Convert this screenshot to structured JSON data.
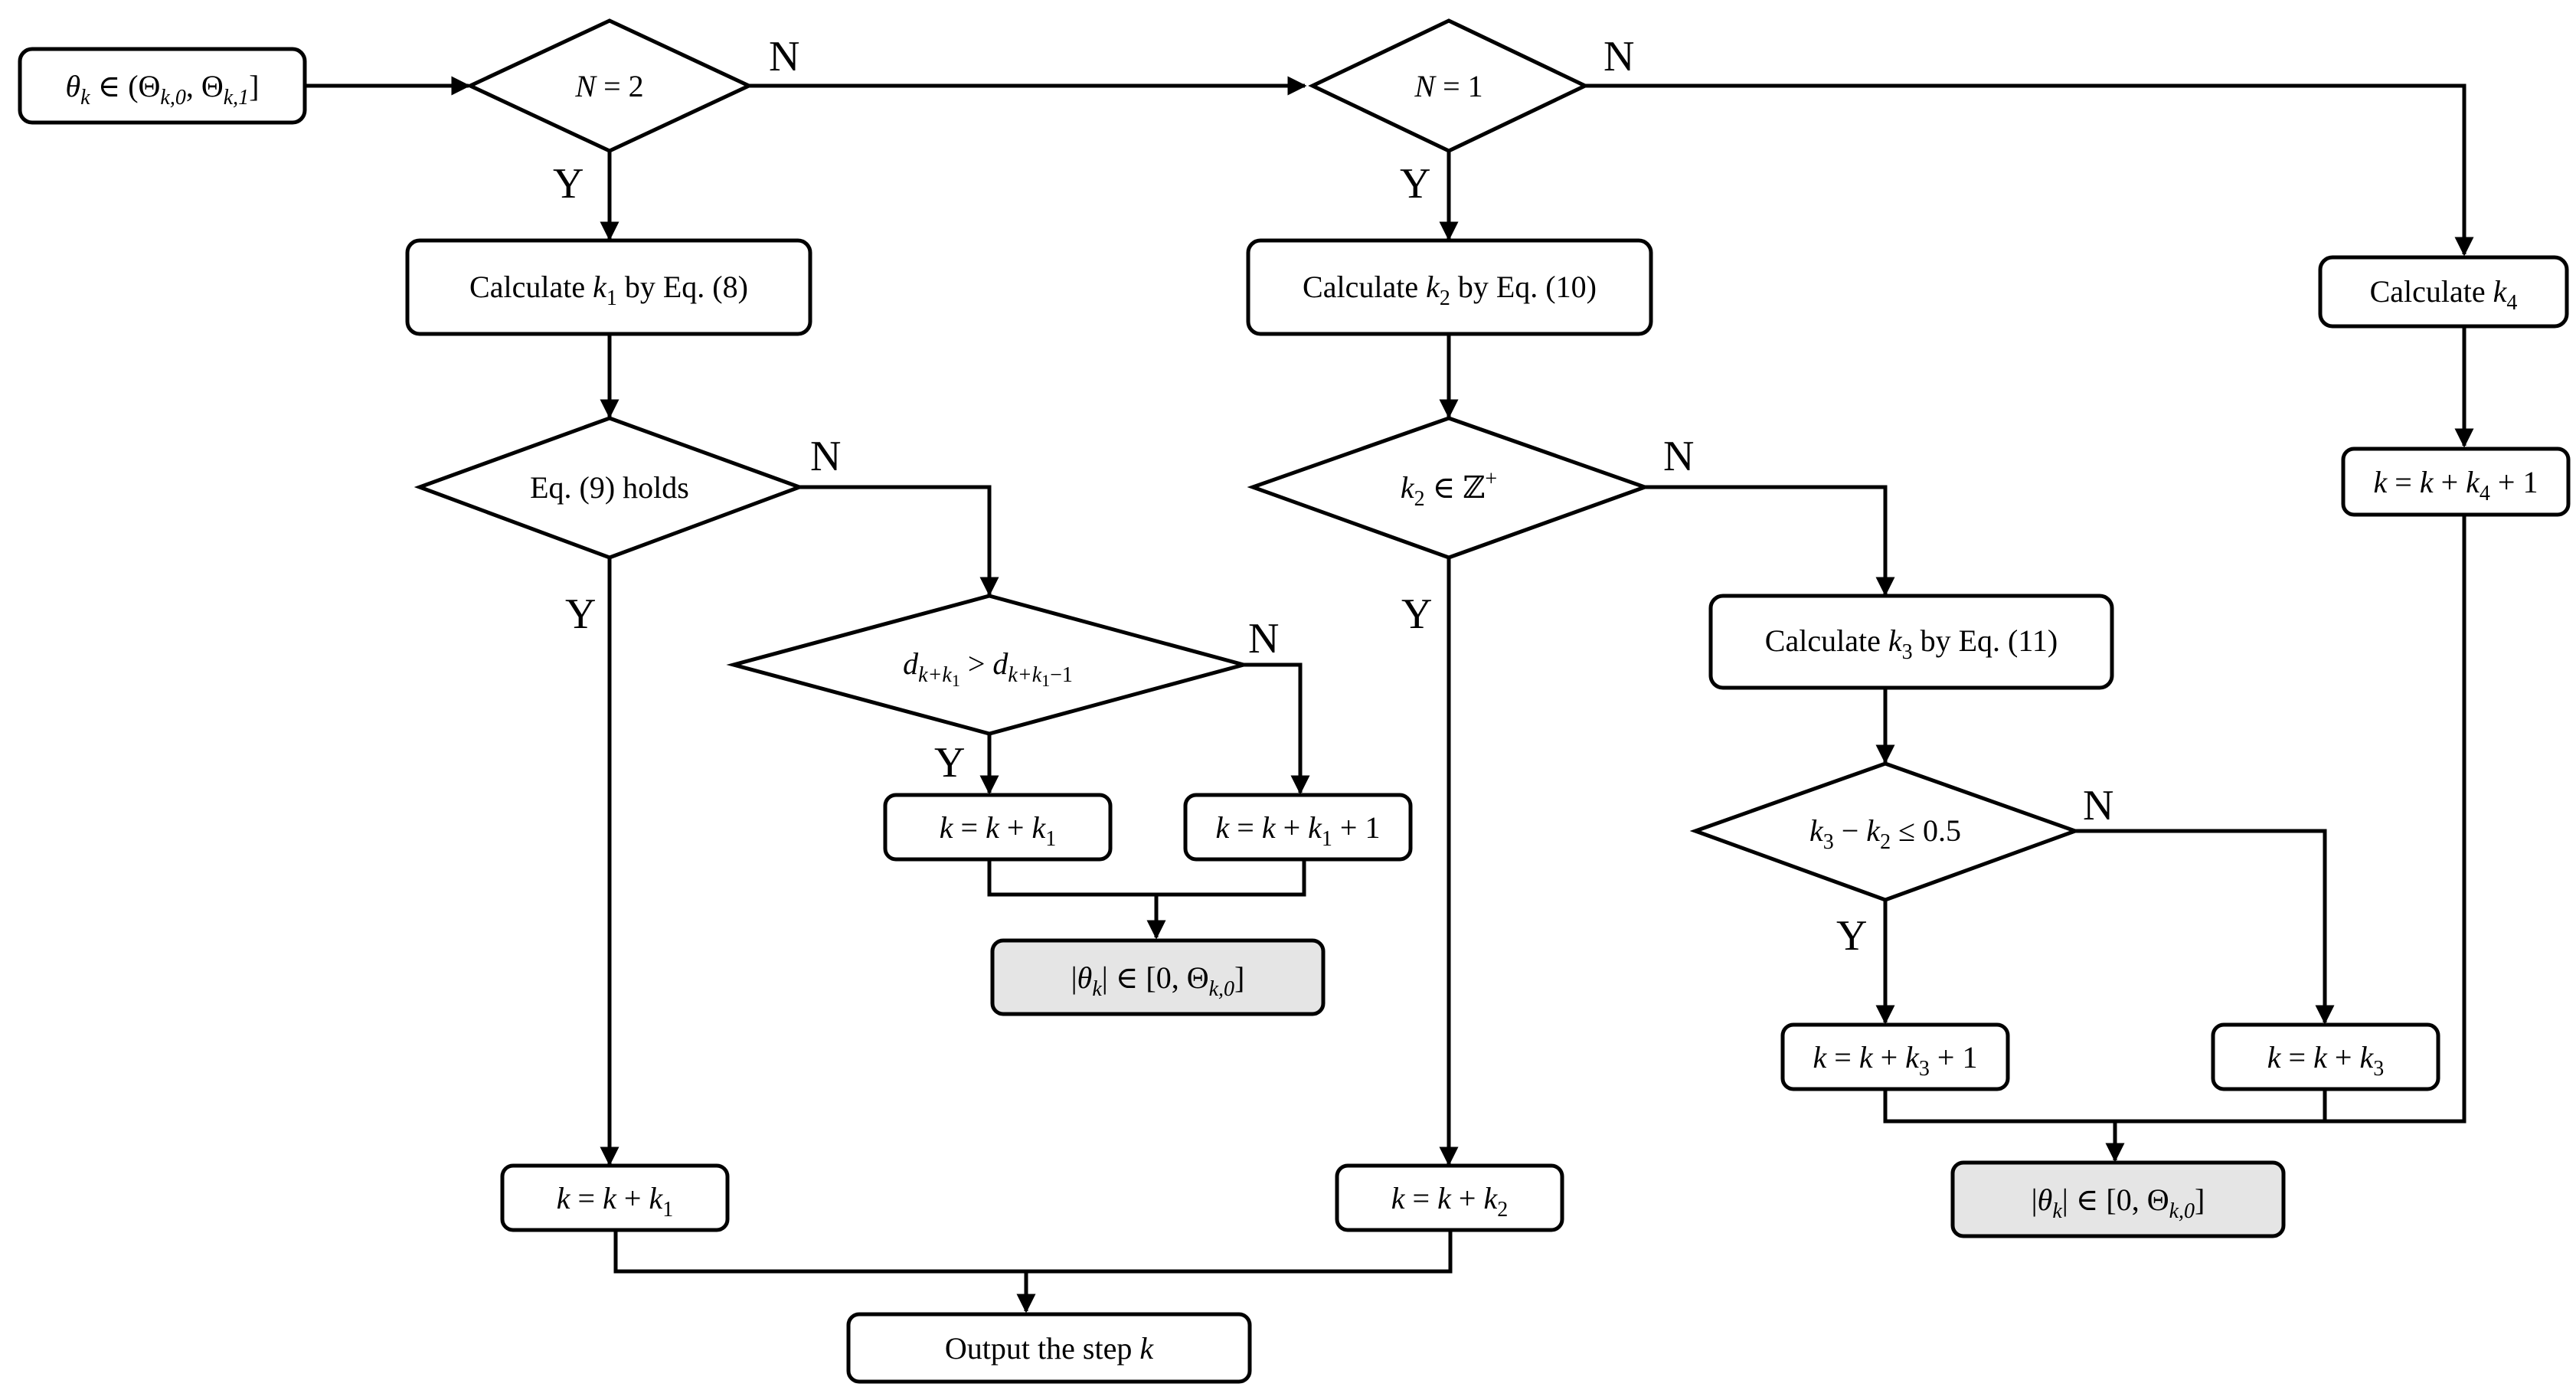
{
  "nodes": {
    "start": {
      "v": "θ",
      "s": "k",
      "t1": " ∈ (Θ",
      "s1": "k,0",
      "t2": ", Θ",
      "s2": "k,1",
      "t3": "]"
    },
    "d1": {
      "v": "N",
      "t": " = 2"
    },
    "d2": {
      "v": "N",
      "t": " = 1"
    },
    "calc_k1": {
      "t": "Calculate ",
      "v": "k",
      "s": "1",
      "t2": " by Eq. (8)"
    },
    "calc_k2": {
      "t": "Calculate ",
      "v": "k",
      "s": "2",
      "t2": " by Eq. (10)"
    },
    "calc_k4": {
      "t": "Calculate ",
      "v": "k",
      "s": "4"
    },
    "eq9": {
      "t": "Eq. (9) holds"
    },
    "k2z": {
      "v": "k",
      "s": "2",
      "t": " ∈ ℤ",
      "sup": "+"
    },
    "calc_k3": {
      "t": "Calculate ",
      "v": "k",
      "s": "3",
      "t2": " by Eq. (11)"
    },
    "dcmp": {
      "v": "d",
      "s": "k+k",
      "ss": "1",
      "t": " > ",
      "v2": "d",
      "s2": "k+k",
      "ss2": "1",
      "s2b": "−1"
    },
    "k3k2": {
      "v": "k",
      "s": "3",
      "t": " − ",
      "v2": "k",
      "s2": "2",
      "t2": " ≤ 0.5"
    },
    "kk1a": {
      "v": "k",
      "t": " = ",
      "v2": "k",
      "t2": " + ",
      "v3": "k",
      "s": "1"
    },
    "kk1p1": {
      "v": "k",
      "t": " = ",
      "v2": "k",
      "t2": " + ",
      "v3": "k",
      "s": "1",
      "t3": " + 1"
    },
    "theta1": {
      "t0": "|",
      "v": "θ",
      "s": "k",
      "t": "| ∈ [0, Θ",
      "s2": "k,0",
      "t2": "]"
    },
    "kk4p1": {
      "v": "k",
      "t": " = ",
      "v2": "k",
      "t2": " + ",
      "v3": "k",
      "s": "4",
      "t3": " + 1"
    },
    "kk3p1": {
      "v": "k",
      "t": " = ",
      "v2": "k",
      "t2": " + ",
      "v3": "k",
      "s": "3",
      "t3": " + 1"
    },
    "kk3": {
      "v": "k",
      "t": " = ",
      "v2": "k",
      "t2": " + ",
      "v3": "k",
      "s": "3"
    },
    "theta2": {
      "t0": "|",
      "v": "θ",
      "s": "k",
      "t": "| ∈ [0, Θ",
      "s2": "k,0",
      "t2": "]"
    },
    "kk1b": {
      "v": "k",
      "t": " = ",
      "v2": "k",
      "t2": " + ",
      "v3": "k",
      "s": "1"
    },
    "kk2": {
      "v": "k",
      "t": " = ",
      "v2": "k",
      "t2": " + ",
      "v3": "k",
      "s": "2"
    },
    "output": {
      "t": "Output the step ",
      "v": "k"
    }
  },
  "labels": {
    "yes": "Y",
    "no": "N"
  },
  "colors": {
    "stroke": "#000000",
    "box_fill": "#ffffff",
    "terminal_fill": "#e5e5e5"
  }
}
